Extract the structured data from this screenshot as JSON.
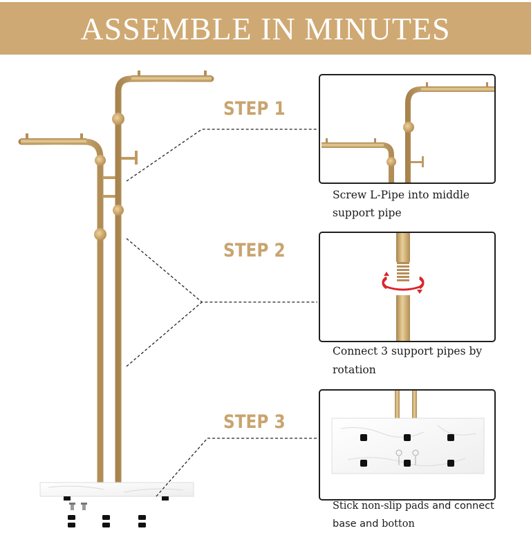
{
  "banner": {
    "title": "ASSEMBLE IN MINUTES"
  },
  "steps": [
    {
      "label": "STEP 1",
      "caption_line1": "Screw L-Pipe into middle",
      "caption_line2": "support pipe"
    },
    {
      "label": "STEP 2",
      "caption_line1": "Connect 3 support pipes by",
      "caption_line2": "rotation"
    },
    {
      "label": "STEP 3",
      "caption_line1a": "Stick non-slip pads ",
      "caption_line1b": "and connect",
      "caption_line2a": "base and ",
      "caption_line2b": "botton"
    }
  ],
  "colors": {
    "gold": "#cfa973",
    "step_text": "#c9a46f",
    "border": "#1f1f1f",
    "rotate_arrow": "#d9262c"
  }
}
